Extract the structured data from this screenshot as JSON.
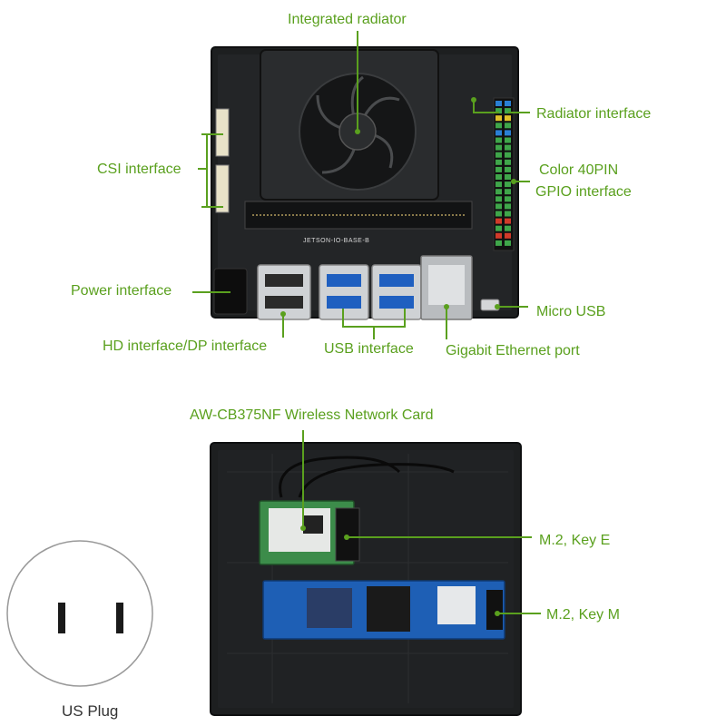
{
  "top_board": {
    "silkscreen": "JETSON-IO-BASE-B",
    "labels": {
      "integrated_radiator": "Integrated radiator",
      "radiator_interface": "Radiator interface",
      "csi_interface": "CSI interface",
      "color_40pin": "Color 40PIN",
      "gpio_interface": "GPIO interface",
      "power_interface": "Power interface",
      "micro_usb": "Micro USB",
      "hd_dp_interface": "HD interface/DP interface",
      "usb_interface": "USB interface",
      "gigabit_ethernet": "Gigabit Ethernet port"
    }
  },
  "bottom_board": {
    "labels": {
      "wireless_card": "AW-CB375NF Wireless Network Card",
      "m2_key_e": "M.2, Key E",
      "m2_key_m": "M.2, Key M"
    }
  },
  "plug": {
    "caption": "US Plug"
  },
  "colors": {
    "label": "#5aa01e",
    "board": "#1d1f20",
    "ssd": "#1e5fb5"
  }
}
